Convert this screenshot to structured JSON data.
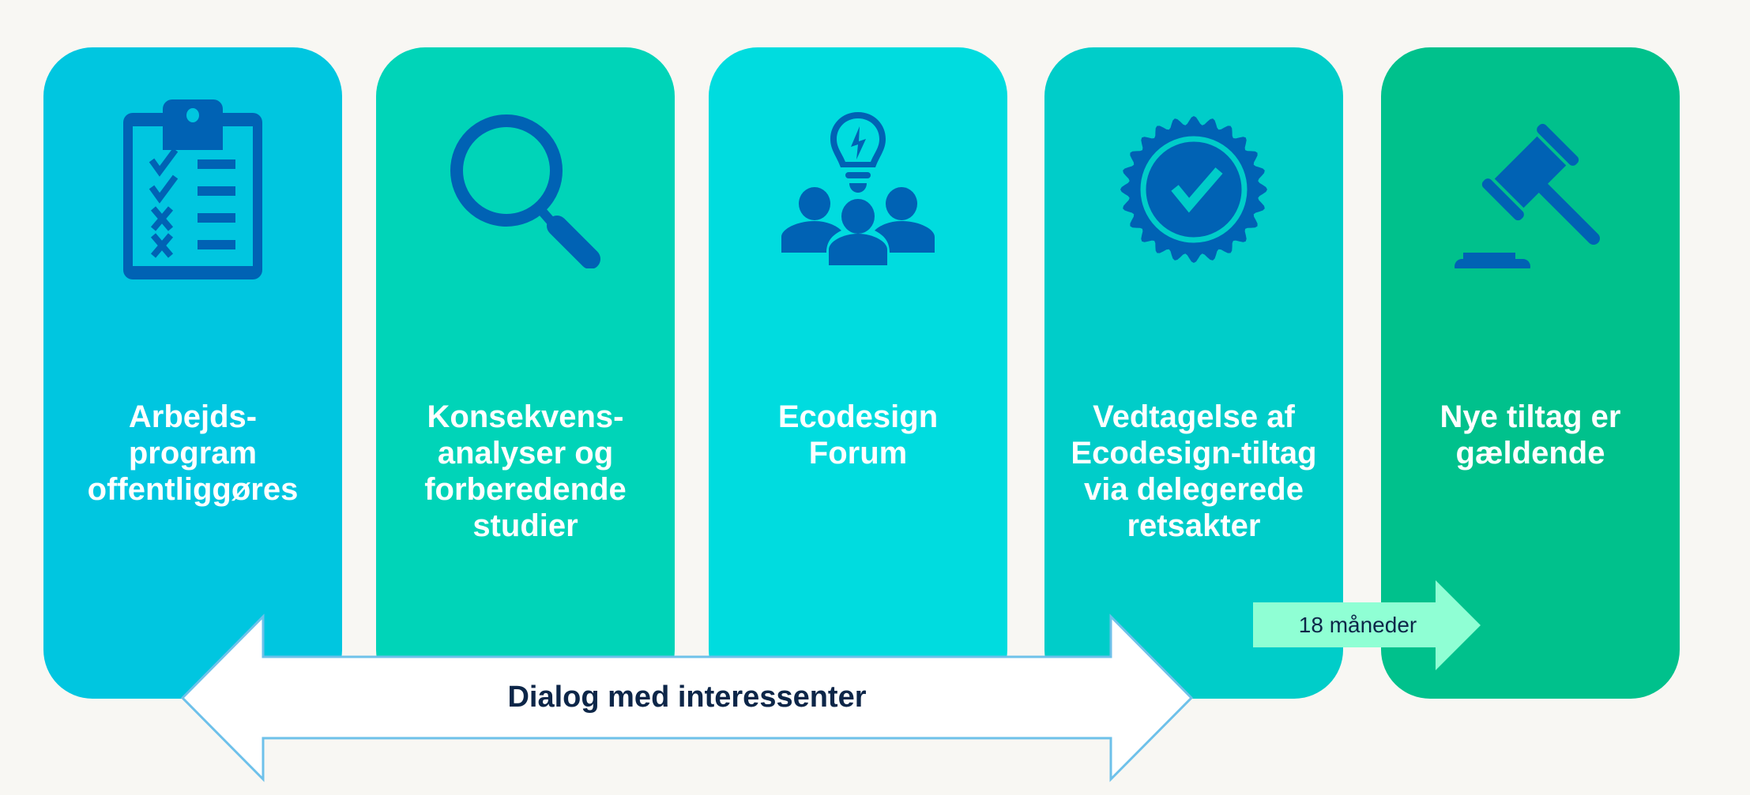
{
  "colors": {
    "background": "#F8F7F3",
    "icon": "#0062B4",
    "card_text": "#FFFFFF",
    "arrow_fill": "#FFFFFF",
    "arrow_stroke": "#6EC1EA",
    "dark_text": "#0D2648",
    "months_arrow": "#8FFFD4"
  },
  "steps": [
    {
      "icon": "clipboard-checklist-icon",
      "color": "#00C6E0",
      "lines": [
        "Arbejds-",
        "program",
        "offentliggøres"
      ]
    },
    {
      "icon": "magnifying-glass-icon",
      "color": "#00D4B8",
      "lines": [
        "Konsekvens-",
        "analyser og",
        "forberedende",
        "studier"
      ]
    },
    {
      "icon": "people-lightbulb-icon",
      "color": "#00DCDF",
      "lines": [
        "Ecodesign",
        "Forum"
      ]
    },
    {
      "icon": "approval-badge-icon",
      "color": "#00CDC9",
      "lines": [
        "Vedtagelse af",
        "Ecodesign-tiltag",
        "via delegerede",
        "retsakter"
      ]
    },
    {
      "icon": "gavel-icon",
      "color": "#00C18C",
      "lines": [
        "Nye tiltag er",
        "gældende"
      ]
    }
  ],
  "dialog_arrow": {
    "label": "Dialog med interessenter"
  },
  "months_arrow": {
    "label": "18 måneder"
  }
}
